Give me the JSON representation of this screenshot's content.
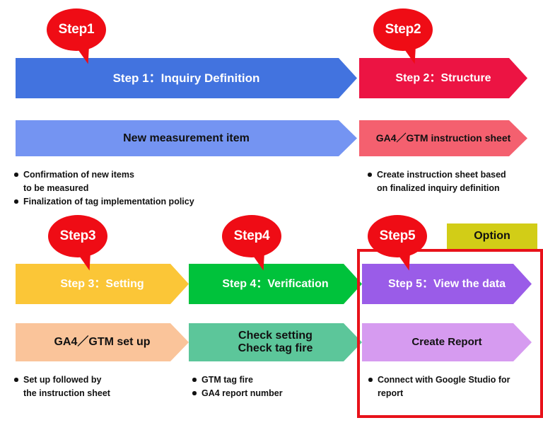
{
  "diagram": {
    "title": "GA4 / GTM implementation 5-step flow",
    "colors": {
      "step1_header": "#4273df",
      "step1_sub": "#7494f2",
      "step2_header": "#ec1443",
      "step2_sub": "#f4606f",
      "step3_header": "#fbc637",
      "step3_sub": "#fac49a",
      "step4_header": "#00c23b",
      "step4_sub": "#5cc69a",
      "step5_header": "#9a5ce8",
      "step5_sub": "#d69bf0",
      "bubble": "#ef0c15",
      "option": "#d2cd17",
      "highlight_frame": "#e8121a",
      "text_dark": "#111111",
      "text_light": "#ffffff"
    },
    "bubbles": [
      {
        "id": "bubble-step1",
        "label": "Step1"
      },
      {
        "id": "bubble-step2",
        "label": "Step2"
      },
      {
        "id": "bubble-step3",
        "label": "Step3"
      },
      {
        "id": "bubble-step4",
        "label": "Step4"
      },
      {
        "id": "bubble-step5",
        "label": "Step5"
      }
    ],
    "option_badge": {
      "label": "Option"
    },
    "steps": [
      {
        "id": "step-1",
        "header": "Step 1：Inquiry Definition",
        "sub": "New measurement item",
        "bullets": [
          "Confirmation of new items\nto be measured",
          "Finalization of tag implementation policy"
        ]
      },
      {
        "id": "step-2",
        "header": "Step 2：Structure",
        "sub": "GA4／GTM instruction sheet",
        "bullets": [
          "Create instruction sheet based\non finalized inquiry definition"
        ]
      },
      {
        "id": "step-3",
        "header": "Step  3：Setting",
        "sub": "GA4／GTM set up",
        "bullets": [
          "Set up followed by\nthe instruction sheet"
        ]
      },
      {
        "id": "step-4",
        "header": "Step 4：Verification",
        "sub": "Check setting\nCheck tag fire",
        "bullets": [
          "GTM tag fire",
          "GA4 report number"
        ]
      },
      {
        "id": "step-5",
        "header": "Step 5：View the data",
        "sub": "Create Report",
        "bullets": [
          "Connect with Google Studio for report"
        ]
      }
    ]
  }
}
